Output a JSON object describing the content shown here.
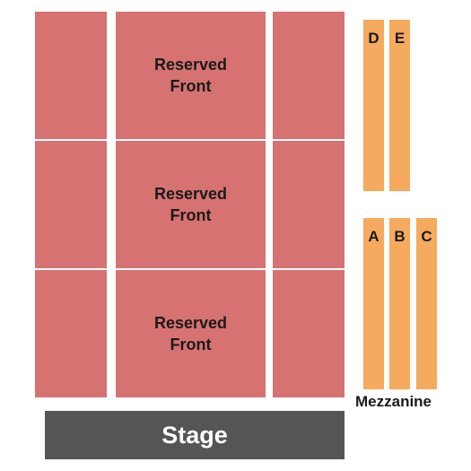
{
  "colors": {
    "reserved_section": "#d77272",
    "mezzanine_section": "#f5aa5e",
    "stage": "#555555",
    "background": "#ffffff"
  },
  "floor": {
    "center_sections": [
      {
        "line1": "Reserved",
        "line2": "Front"
      },
      {
        "line1": "Reserved",
        "line2": "Front"
      },
      {
        "line1": "Reserved",
        "line2": "Front"
      }
    ]
  },
  "mezzanine": {
    "label": "Mezzanine",
    "sections": [
      "D",
      "E",
      "A",
      "B",
      "C"
    ]
  },
  "stage": {
    "label": "Stage"
  }
}
